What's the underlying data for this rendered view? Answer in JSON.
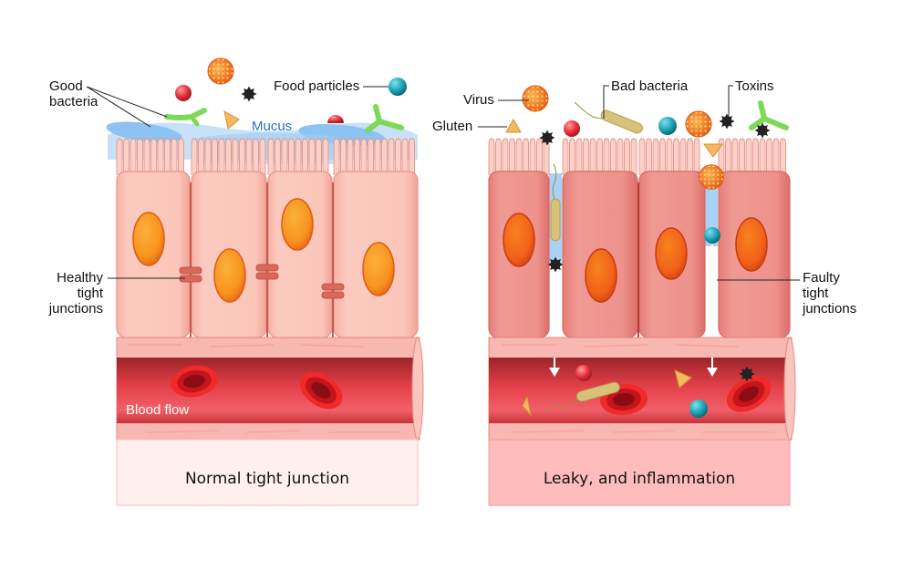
{
  "left_panel": {
    "caption": "Normal tight junction",
    "labels": {
      "good_bacteria": [
        "Good",
        "bacteria"
      ],
      "food_particles": "Food particles",
      "mucus": "Mucus",
      "healthy_tight_junctions": [
        "Healthy",
        "tight",
        "junctions"
      ],
      "blood_flow": "Blood flow"
    }
  },
  "right_panel": {
    "caption": "Leaky, and inflammation",
    "labels": {
      "virus": "Virus",
      "gluten": "Gluten",
      "bad_bacteria": "Bad bacteria",
      "toxins": "Toxins",
      "faulty_tight_junctions": [
        "Faulty",
        "tight",
        "junctions"
      ]
    }
  },
  "colors": {
    "cell": "#f9c4b8",
    "cell_inflamed": "#ee8f8a",
    "nucleus": "#f7941d",
    "nucleus_inflamed": "#f2621a",
    "mucus": "#8cc3f2",
    "blood": "#d8323c",
    "good_bacteria": "#7ed957",
    "bad_bacteria": "#d8c27a",
    "food_particle": "#1fa5b8",
    "toxin": "#222222",
    "gluten": "#f4b860",
    "caption_bg_left": "#fff0ef",
    "caption_bg_right": "#ffbcbc"
  }
}
